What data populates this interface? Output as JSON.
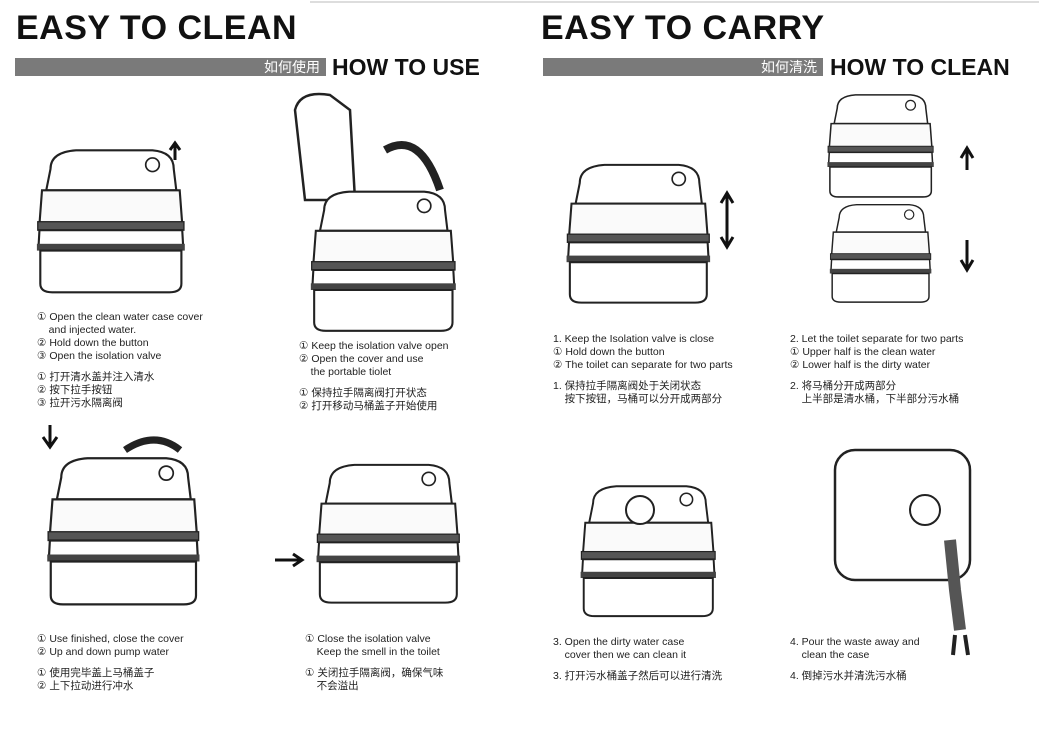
{
  "left": {
    "title": "EASY TO CLEAN",
    "bar_cn": "如何使用",
    "subtitle": "HOW TO USE"
  },
  "right": {
    "title": "EASY TO CARRY",
    "bar_cn": "如何清洗",
    "subtitle": "HOW TO CLEAN"
  },
  "steps": [
    {
      "en": [
        "① Open the clean water case cover",
        "    and injected water.",
        "② Hold down the button",
        "③ Open the isolation valve"
      ],
      "cn": [
        "① 打开清水盖并注入清水",
        "② 按下拉手按钮",
        "③ 拉开污水隔离阀"
      ]
    },
    {
      "en": [
        "① Keep the isolation valve open",
        "② Open the cover and use",
        "    the portable tiolet"
      ],
      "cn": [
        "① 保持拉手隔离阀打开状态",
        "② 打开移动马桶盖子开始使用"
      ]
    },
    {
      "en": [
        "1. Keep the Isolation valve is close",
        "① Hold down the button",
        "② The toilet can separate for two parts"
      ],
      "cn": [
        "1. 保持拉手隔离阀处于关闭状态",
        "    按下按钮，马桶可以分开成两部分"
      ]
    },
    {
      "en": [
        "2. Let the toilet separate for two parts",
        "① Upper half is the clean water",
        "② Lower half is the dirty water"
      ],
      "cn": [
        "2. 将马桶分开成两部分",
        "    上半部是清水桶，下半部分污水桶"
      ]
    },
    {
      "en": [
        "① Use finished, close the cover",
        "② Up and down pump water"
      ],
      "cn": [
        "① 使用完毕盖上马桶盖子",
        "② 上下拉动进行冲水"
      ]
    },
    {
      "en": [
        "① Close the isolation valve",
        "    Keep the smell in the toilet"
      ],
      "cn": [
        "① 关闭拉手隔离阀，确保气味",
        "    不会溢出"
      ]
    },
    {
      "en": [
        "3. Open the dirty water case",
        "    cover then we can clean it"
      ],
      "cn": [
        "3. 打开污水桶盖子然后可以进行清洗"
      ]
    },
    {
      "en": [
        "4. Pour the waste away and",
        "    clean the case"
      ],
      "cn": [
        "4. 倒掉污水并清洗污水桶"
      ]
    }
  ]
}
